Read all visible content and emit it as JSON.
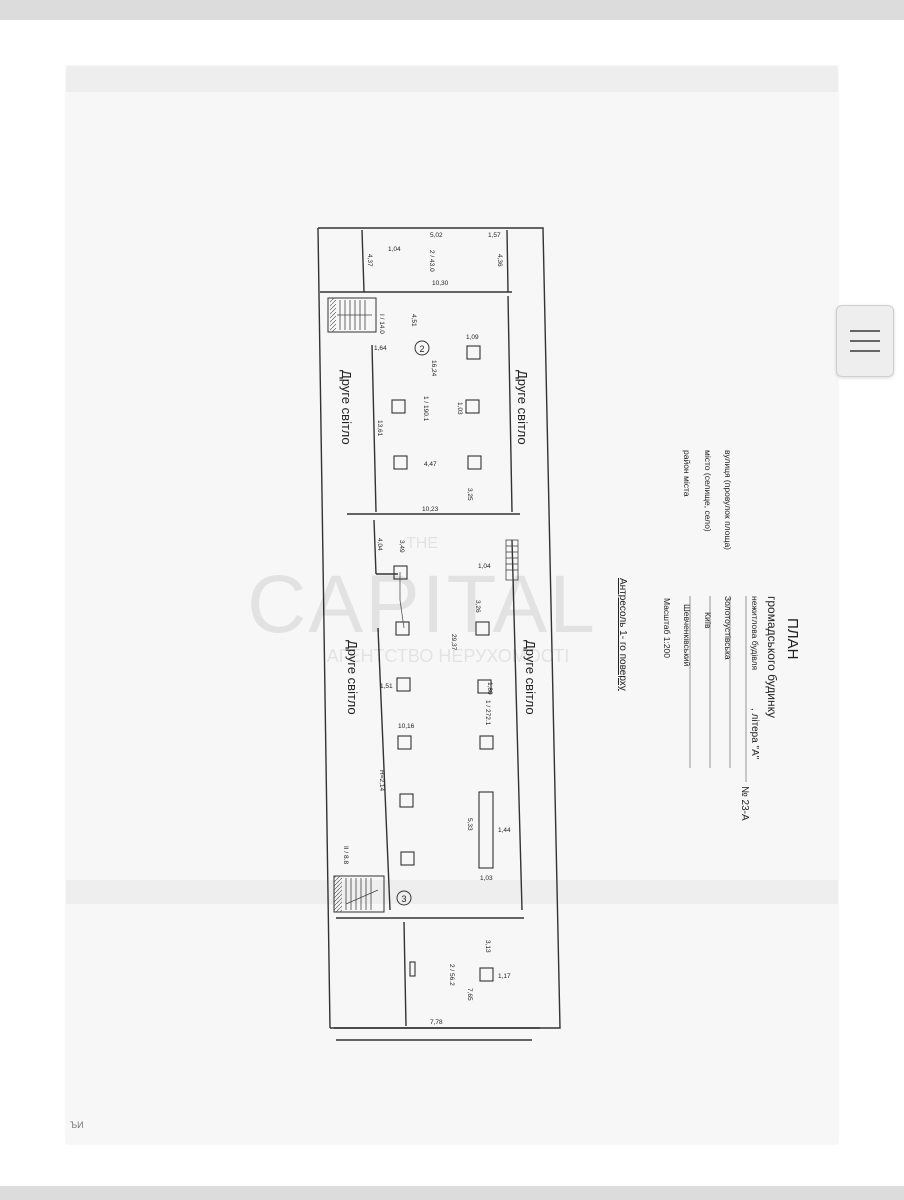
{
  "title_block": {
    "title": "ПЛАН",
    "subtitle": "громадського будинку",
    "building_type": "нежитлова будівля",
    "letter_label": ", літера",
    "letter_value": "\"А\"",
    "number_label": "№",
    "number_value": "23-А",
    "street_label": "вулиця (провулок площа)",
    "street_value": "Золотоустівська",
    "city_label": "місто (селище, село)",
    "city_value": "Київ",
    "district_label": "район міста",
    "district_value": "Шевченківський",
    "scale": "Масштаб 1:200",
    "floor_caption": "Антресоль 1- го поверху"
  },
  "plan": {
    "second_light": "Друге світло",
    "room_numbers": [
      "2",
      "3"
    ],
    "rooms": [
      {
        "num": "2",
        "area": "43.0"
      },
      {
        "num": "1",
        "area": "190.1"
      },
      {
        "num": "1",
        "area": "272.1"
      },
      {
        "num": "2",
        "area": "56.2"
      },
      {
        "num": "I",
        "area": "14.0"
      },
      {
        "num": "II",
        "area": "8.8"
      }
    ],
    "dimensions": [
      "5,02",
      "1,57",
      "1,04",
      "4,37",
      "4,36",
      "10,30",
      "4,51",
      "1,09",
      "1,64",
      "16,24",
      "1,03",
      "13,61",
      "4,47",
      "3,25",
      "10,23",
      "4,04",
      "3,49",
      "1,04",
      "3,26",
      "29,37",
      "1,80",
      "1,51",
      "10,16",
      "H=2,14",
      "5,33",
      "1,44",
      "1,03",
      "3,13",
      "1,17",
      "7,65",
      "7,78"
    ]
  },
  "watermark": {
    "line1": "THE",
    "line2": "CAPITAL",
    "line3": "АГЕНТСТВО НЕРУХОМОСТІ"
  },
  "footnote": "ЪИ",
  "menu_icon": "hamburger-menu-icon"
}
